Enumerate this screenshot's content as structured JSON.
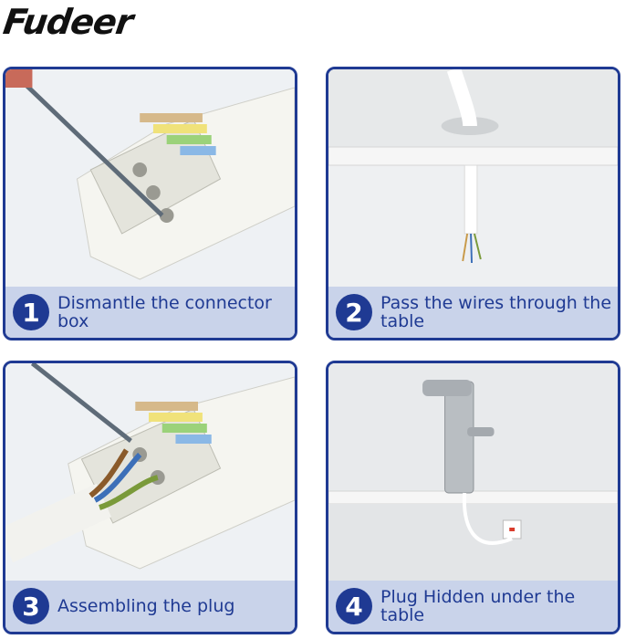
{
  "brand": {
    "name": "Fudeer"
  },
  "steps": [
    {
      "number": "1",
      "label": "Dismantle the connector box"
    },
    {
      "number": "2",
      "label": "Pass the wires through the table"
    },
    {
      "number": "3",
      "label": "Assembling the plug"
    },
    {
      "number": "4",
      "label": "Plug Hidden under the table"
    }
  ],
  "colors": {
    "accent": "#1f3a93",
    "caption_bg": "#c9d3ea"
  },
  "icons": [
    "screwdriver-icon",
    "connector-box-photo",
    "faucet-photo"
  ]
}
